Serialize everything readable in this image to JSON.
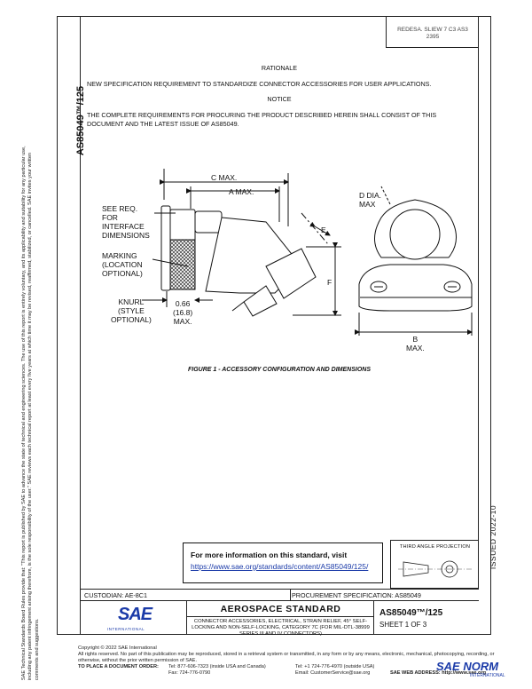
{
  "revision_box": {
    "line1": "REDESA. SLIEW 7 C3 AS3",
    "line2": "2395"
  },
  "rationale": {
    "heading": "RATIONALE",
    "text": "NEW SPECIFICATION REQUIREMENT TO STANDARDIZE CONNECTOR ACCESSORIES FOR USER APPLICATIONS."
  },
  "notice": {
    "heading": "NOTICE",
    "text": "THE COMPLETE REQUIREMENTS FOR PROCURING THE PRODUCT DESCRIBED HEREIN SHALL CONSIST OF THIS DOCUMENT AND THE LATEST ISSUE OF AS85049."
  },
  "sidebar": {
    "doc_id": "AS85049™/125",
    "legal_notice": "SAE Technical Standards Board Rules provide that: \"This report is published by SAE to advance the state of technical and engineering sciences. The use of this report is entirely voluntary, and its applicability and suitability for any particular use, including any patent infringement arising therefrom, is the sole responsibility of the user.\" SAE reviews each technical report at least every five years at which time it may be revised, reaffirmed, stabilized, or cancelled. SAE invites your written comments and suggestions."
  },
  "right_margin": {
    "issued": "ISSUED 2022-10"
  },
  "figure": {
    "title": "FIGURE 1 - ACCESSORY CONFIGURATION AND DIMENSIONS",
    "labels": {
      "c_max": "C MAX.",
      "a_max": "A MAX.",
      "see_req": "SEE REQ.\nFOR\nINTERFACE\nDIMENSIONS",
      "marking": "MARKING\n(LOCATION\nOPTIONAL)",
      "knurl": "KNURL\n(STYLE\nOPTIONAL)",
      "dim_066": "0.66\n(16.8)\nMAX.",
      "e": "E",
      "f": "F",
      "d_dia": "D DIA.\nMAX",
      "b_max": "B\nMAX."
    }
  },
  "info_box": {
    "title": "For more information on this standard, visit",
    "link": "https://www.sae.org/standards/content/AS85049/125/"
  },
  "projection": {
    "title": "THIRD ANGLE PROJECTION"
  },
  "title_block": {
    "custodian": "CUSTODIAN: AE-8C1",
    "procurement": "PROCUREMENT SPECIFICATION: AS85049",
    "standard_type": "AEROSPACE STANDARD",
    "description": "CONNECTOR ACCESSORIES, ELECTRICAL, STRAIN RELIEF, 45° SELF-LOCKING AND NON-SELF-LOCKING, CATEGORY 7C (FOR MIL-DTL-38999 SERIES III AND IV CONNECTORS)",
    "doc_number": "AS85049™/125",
    "sheet": "SHEET 1 OF 3",
    "logo_text": "SAE",
    "logo_sub": "INTERNATIONAL"
  },
  "footer": {
    "copyright": "Copyright © 2022 SAE International",
    "rights": "All rights reserved. No part of this publication may be reproduced, stored in a retrieval system or transmitted, in any form or by any means, electronic, mechanical, photocopying, recording, or otherwise, without the prior written permission of SAE.",
    "order": "TO PLACE A DOCUMENT ORDER:",
    "tel1": "Tel: 877-606-7323 (inside USA and Canada)",
    "fax": "Fax: 724-776-0790",
    "tel2": "Tel: +1 724-776-4970 (outside USA)",
    "email": "Email: CustomerService@sae.org",
    "web": "SAE WEB ADDRESS: http://www.sae.org"
  },
  "watermark": {
    "text": "SAE NORM",
    "sub": "INTERNATIONAL"
  }
}
